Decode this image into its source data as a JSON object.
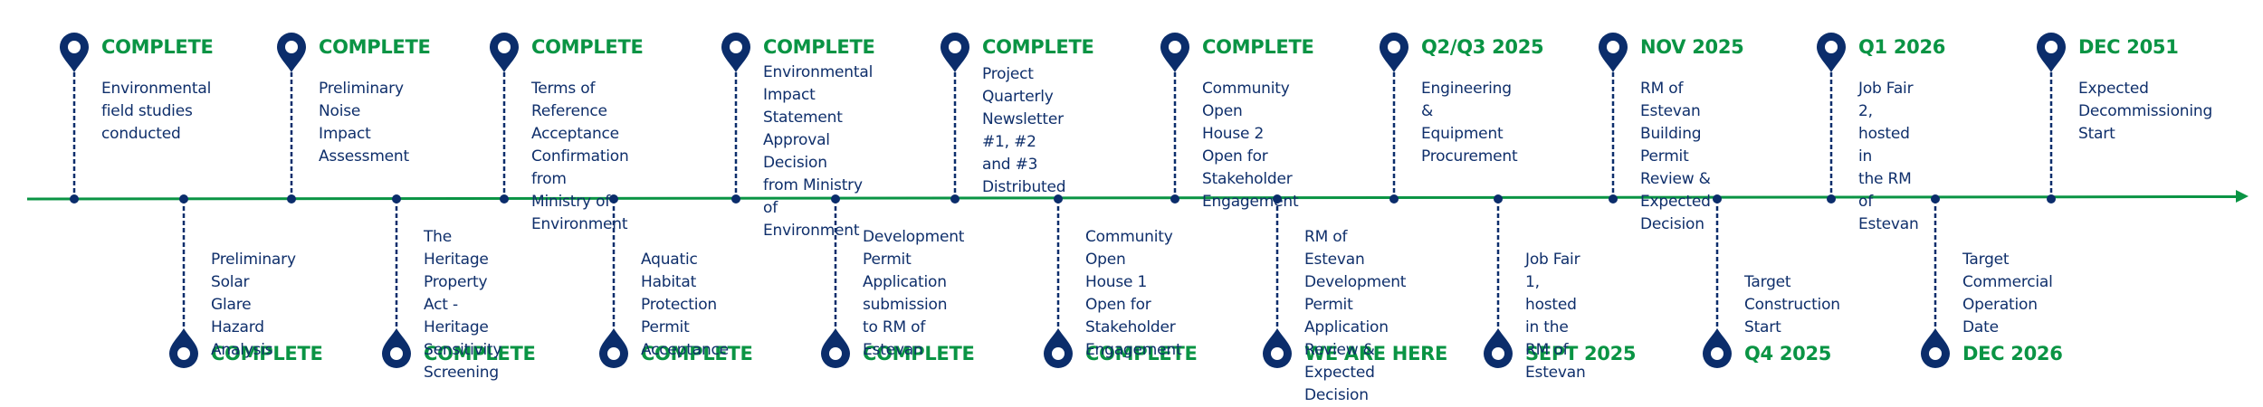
{
  "colors": {
    "line": "#0a9444",
    "pin": "#0b2d6b",
    "status_text": "#0a9444",
    "description_text": "#0f2f6b"
  },
  "timeline": {
    "direction": "left-to-right",
    "milestones": [
      {
        "position": "top",
        "status": "COMPLETE",
        "description": "Environmental\nfield studies\nconducted"
      },
      {
        "position": "bottom",
        "status": "COMPLETE",
        "description": "Preliminary Solar\nGlare Hazard\nAnalysis"
      },
      {
        "position": "top",
        "status": "COMPLETE",
        "description": "Preliminary Noise\nImpact\nAssessment"
      },
      {
        "position": "bottom",
        "status": "COMPLETE",
        "description": "The Heritage\nProperty Act -\nHeritage Sensitivity\nScreening"
      },
      {
        "position": "top",
        "status": "COMPLETE",
        "description": "Terms of Reference\nAcceptance\nConfirmation from\nMinistry of Environment"
      },
      {
        "position": "bottom",
        "status": "COMPLETE",
        "description": "Aquatic Habitat\nProtection Permit\nAcceptance"
      },
      {
        "position": "top",
        "status": "COMPLETE",
        "description": "Environmental\nImpact Statement\nApproval Decision\nfrom Ministry of\nEnvironment"
      },
      {
        "position": "bottom",
        "status": "COMPLETE",
        "description": "Development\nPermit Application\nsubmission to RM of\nEstevan"
      },
      {
        "position": "top",
        "status": "COMPLETE",
        "description": "Project Quarterly\nNewsletter #1, #2\nand #3 Distributed"
      },
      {
        "position": "bottom",
        "status": "COMPLETE",
        "description": "Community Open\nHouse 1 Open for\nStakeholder\nEngagement"
      },
      {
        "position": "top",
        "status": "COMPLETE",
        "description": "Community Open\nHouse 2 Open for\nStakeholder\nEngagement"
      },
      {
        "position": "bottom",
        "status": "WE ARE HERE",
        "description": "RM of Estevan\nDevelopment Permit\nApplication Review &\nExpected Decision"
      },
      {
        "position": "top",
        "status": "Q2/Q3 2025",
        "description": "Engineering &\nEquipment\nProcurement"
      },
      {
        "position": "bottom",
        "status": "SEPT 2025",
        "description": "Job Fair 1, hosted\nin the RM of\nEstevan"
      },
      {
        "position": "top",
        "status": "NOV 2025",
        "description": "RM of Estevan\nBuilding Permit\nReview &\nExpected Decision"
      },
      {
        "position": "bottom",
        "status": "Q4 2025",
        "description": "Target\nConstruction Start"
      },
      {
        "position": "top",
        "status": "Q1 2026",
        "description": "Job Fair 2, hosted in\nthe RM of Estevan"
      },
      {
        "position": "bottom",
        "status": "DEC 2026",
        "description": "Target\nCommercial\nOperation Date"
      },
      {
        "position": "top",
        "status": "DEC 2051",
        "description": "Expected\nDecommissioning\nStart"
      }
    ]
  }
}
